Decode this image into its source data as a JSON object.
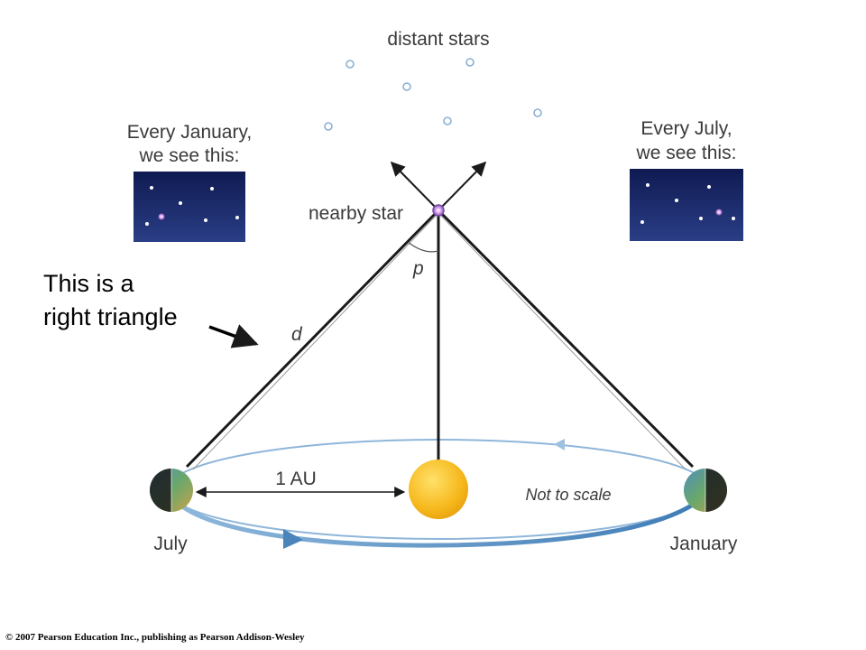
{
  "labels": {
    "distant_stars": "distant stars",
    "january_view_line1": "Every January,",
    "january_view_line2": "we see this:",
    "july_view_line1": "Every July,",
    "july_view_line2": "we see this:",
    "nearby_star": "nearby star",
    "parallax_angle": "p",
    "distance": "d",
    "one_au": "1 AU",
    "not_to_scale": "Not to scale",
    "july": "July",
    "january": "January"
  },
  "annotation": {
    "line1": "This is a",
    "line2": "right triangle"
  },
  "copyright": "© 2007 Pearson Education Inc., publishing as Pearson Addison-Wesley",
  "colors": {
    "orbit": "#7aa6cc",
    "orbit_arrow": "#4a84ba",
    "sun": "#f6b81c",
    "sky_panel": "#15205a",
    "nearby_star": "#b27fd0",
    "line": "#1a1a1a"
  }
}
